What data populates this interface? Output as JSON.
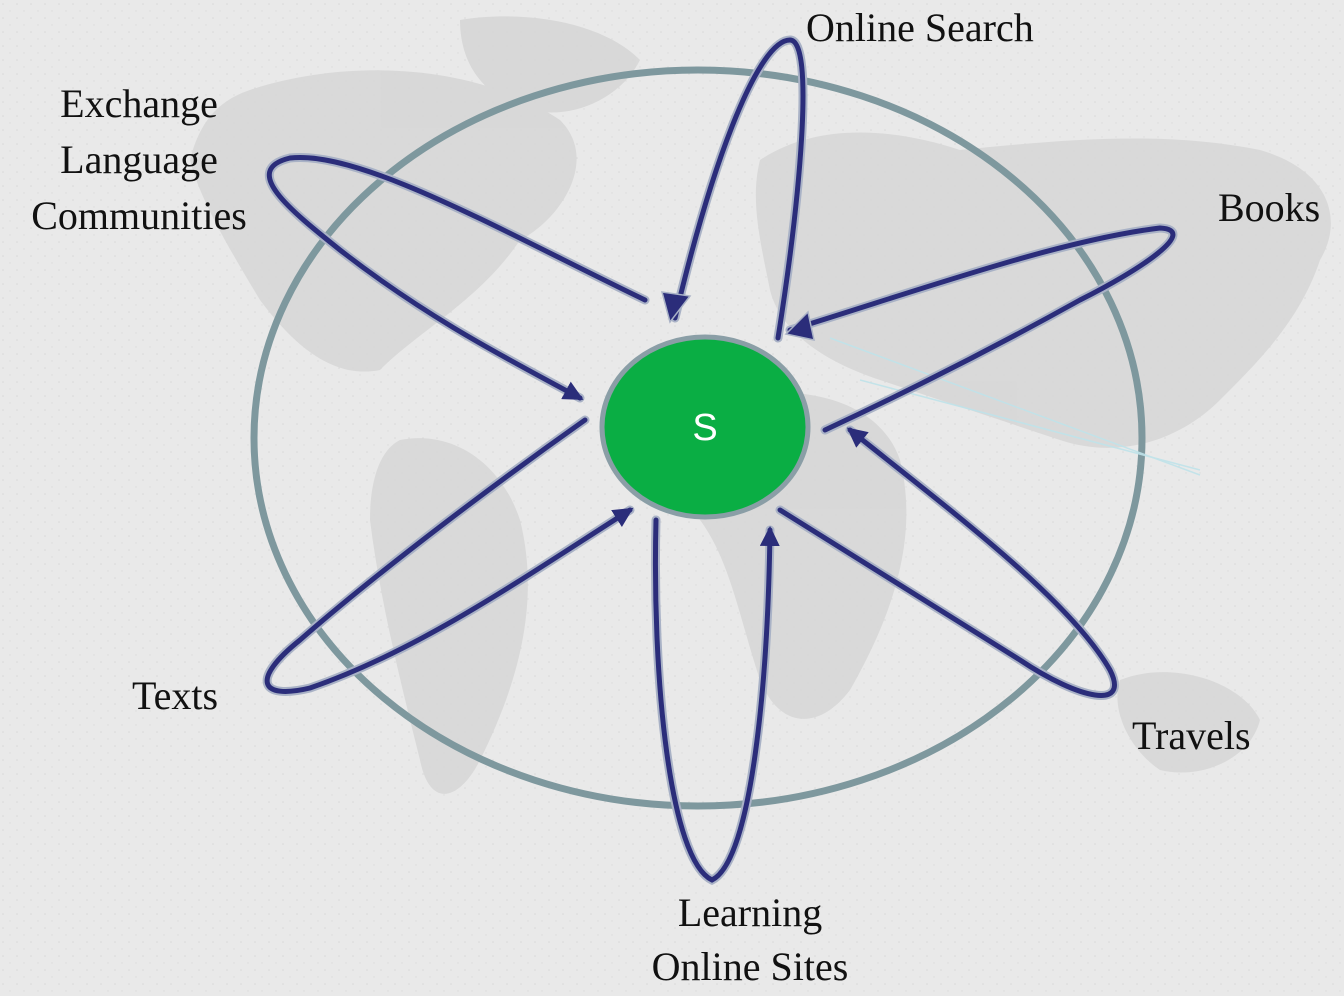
{
  "diagram": {
    "center": {
      "label": "S",
      "fill": "#0aae44",
      "stroke": "#8a9ea6"
    },
    "orbit_stroke": "#7e989e",
    "arrow_color": "#2b2d7a",
    "arrow_outline": "#a9b2c6",
    "background": "#e9e9e9",
    "sources": [
      {
        "id": "online-search",
        "lines": [
          "Online Search"
        ]
      },
      {
        "id": "exchange-language-communities",
        "lines": [
          "Exchange",
          "Language",
          "Communities"
        ]
      },
      {
        "id": "books",
        "lines": [
          "Books"
        ]
      },
      {
        "id": "texts",
        "lines": [
          "Texts"
        ]
      },
      {
        "id": "travels",
        "lines": [
          "Travels"
        ]
      },
      {
        "id": "learning-online-sites",
        "lines": [
          "Learning",
          "Online Sites"
        ]
      }
    ]
  }
}
